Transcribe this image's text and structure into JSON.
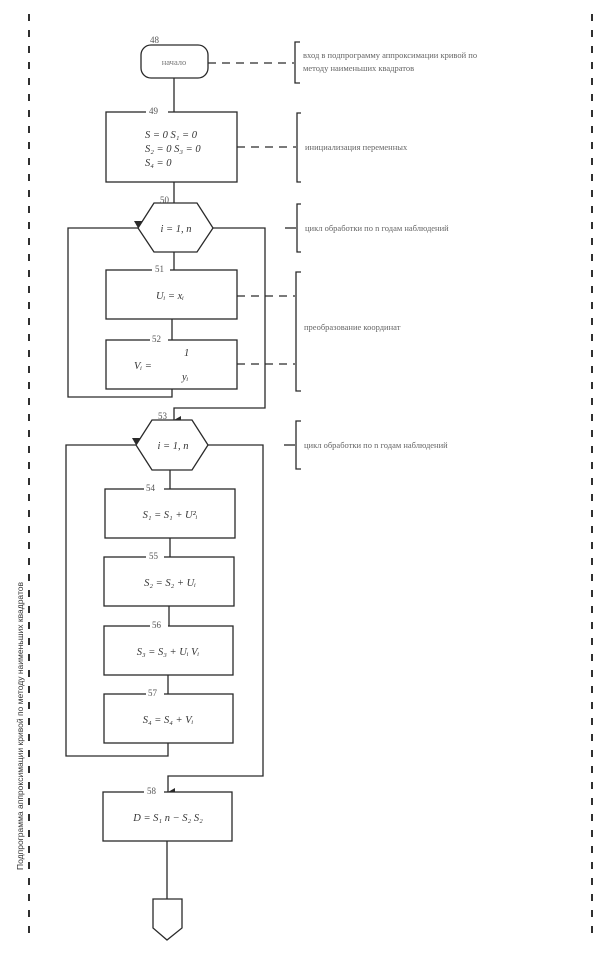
{
  "side_title": "Подпрограмма аппроксимации кривой по методу наименьших квадратов",
  "blocks": {
    "start": {
      "num": "48",
      "label": "начало"
    },
    "init": {
      "num": "49",
      "lines": [
        "S = 0  S₁ = 0",
        "S₂ = 0  S₃ = 0",
        "S₄ = 0"
      ]
    },
    "loop1": {
      "num": "50",
      "label": "i = 1, n"
    },
    "b51": {
      "num": "51",
      "formula": "Uᵢ = xᵢ"
    },
    "b52": {
      "num": "52",
      "lhs": "Vᵢ  =",
      "numerator": "1",
      "denominator": "yᵢ"
    },
    "loop2": {
      "num": "53",
      "label": "i = 1, n"
    },
    "b54": {
      "num": "54",
      "formula": "S₁ = S₁ + U²ᵢ"
    },
    "b55": {
      "num": "55",
      "formula": "S₂ = S₂ + Uᵢ"
    },
    "b56": {
      "num": "56",
      "formula": "S₃ = S₃ + Uᵢ  Vᵢ"
    },
    "b57": {
      "num": "57",
      "formula": "S₄ = S₄ + Vᵢ"
    },
    "b58": {
      "num": "58",
      "formula": "D = S₁ n − S₂ S₂"
    }
  },
  "annotations": {
    "start": [
      "вход в подпрограмму аппроксимации кривой по",
      "методу наименьших квадратов"
    ],
    "init": "инициализация переменных",
    "loop1": "цикл обработки по n годам наблюдений",
    "transform": "преобразование координат",
    "loop2": "цикл обработки по n годам наблюдений"
  }
}
